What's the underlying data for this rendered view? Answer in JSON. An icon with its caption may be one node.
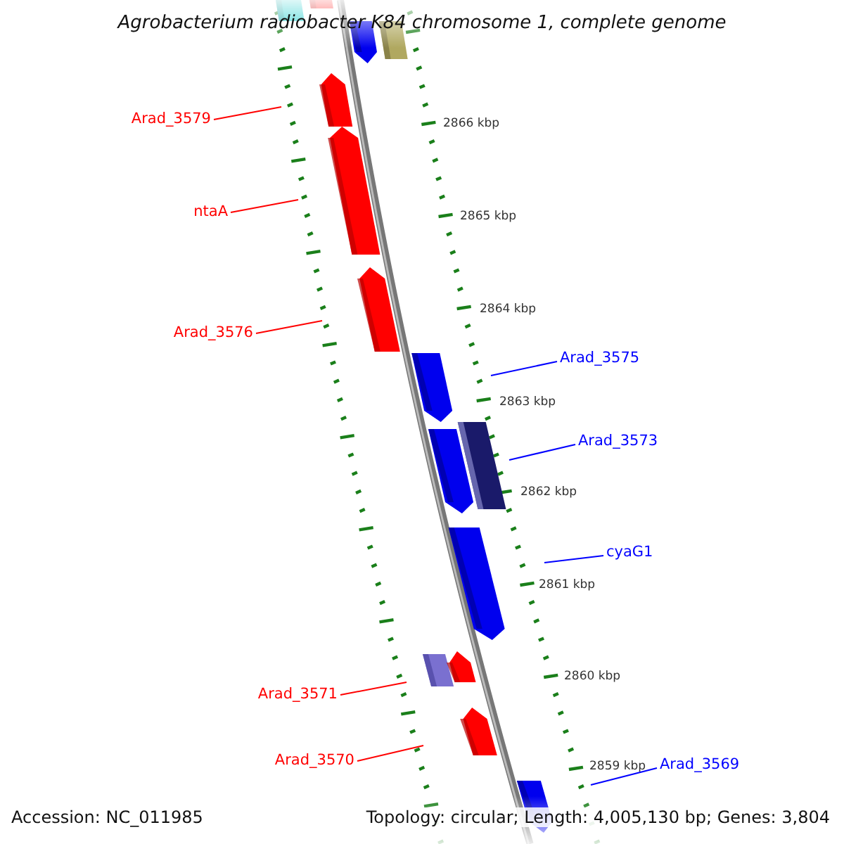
{
  "diagram": {
    "title": "Agrobacterium radiobacter K84 chromosome 1, complete genome",
    "nodes": [
      {
        "text": [
          "Arad_3579"
        ]
      },
      {
        "text": [
          "ntaA"
        ]
      },
      {
        "text": [
          "Arad_3576"
        ]
      },
      {
        "text": [
          "Arad_3575"
        ]
      },
      {
        "text": [
          "Arad_3573"
        ]
      },
      {
        "text": [
          "cyaG1"
        ]
      },
      {
        "text": [
          "Arad_3571"
        ]
      },
      {
        "text": [
          "Arad_3570"
        ]
      },
      {
        "text": [
          "Arad_3569"
        ]
      }
    ],
    "edges": [
      {
        "from": 0,
        "to": null,
        "arrow": "none"
      },
      {
        "from": 1,
        "to": null,
        "arrow": "none"
      },
      {
        "from": 2,
        "to": null,
        "arrow": "none"
      },
      {
        "from": 3,
        "to": null,
        "arrow": "none",
        "color": "#0000ff"
      },
      {
        "from": 4,
        "to": null,
        "arrow": "none",
        "color": "#0000ff"
      },
      {
        "from": 5,
        "to": null,
        "arrow": "none",
        "color": "#0000ff"
      },
      {
        "from": 6,
        "to": null,
        "arrow": "none"
      },
      {
        "from": 7,
        "to": null,
        "arrow": "none"
      },
      {
        "from": 8,
        "to": null,
        "arrow": "none",
        "color": "#0000ff"
      }
    ],
    "labels": [
      "2866 kbp",
      "2865 kbp",
      "2864 kbp",
      "2863 kbp",
      "2862 kbp",
      "2861 kbp",
      "2860 kbp",
      "2859 kbp",
      "Accession: NC_011985",
      "Topology: circular; Length: 4,005,130 bp; Genes: 3,804"
    ]
  }
}
